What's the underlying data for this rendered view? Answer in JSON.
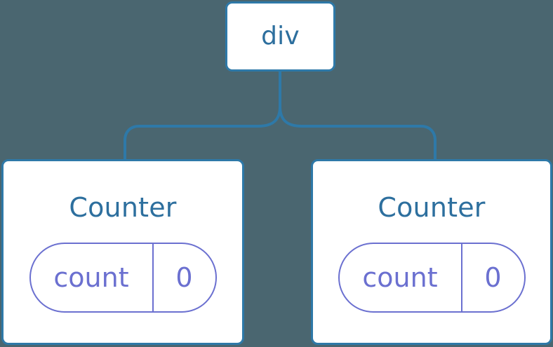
{
  "diagram": {
    "type": "component-tree",
    "background_color": "#4a6670",
    "node_border_color": "#2e79a8",
    "node_fill_color": "#ffffff",
    "node_label_color": "#2d6f9e",
    "state_pill_color": "#6b70d0",
    "connector_color": "#2e79a8",
    "root": {
      "label": "div"
    },
    "children": [
      {
        "label": "Counter",
        "state": {
          "key": "count",
          "value": "0"
        }
      },
      {
        "label": "Counter",
        "state": {
          "key": "count",
          "value": "0"
        }
      }
    ]
  }
}
